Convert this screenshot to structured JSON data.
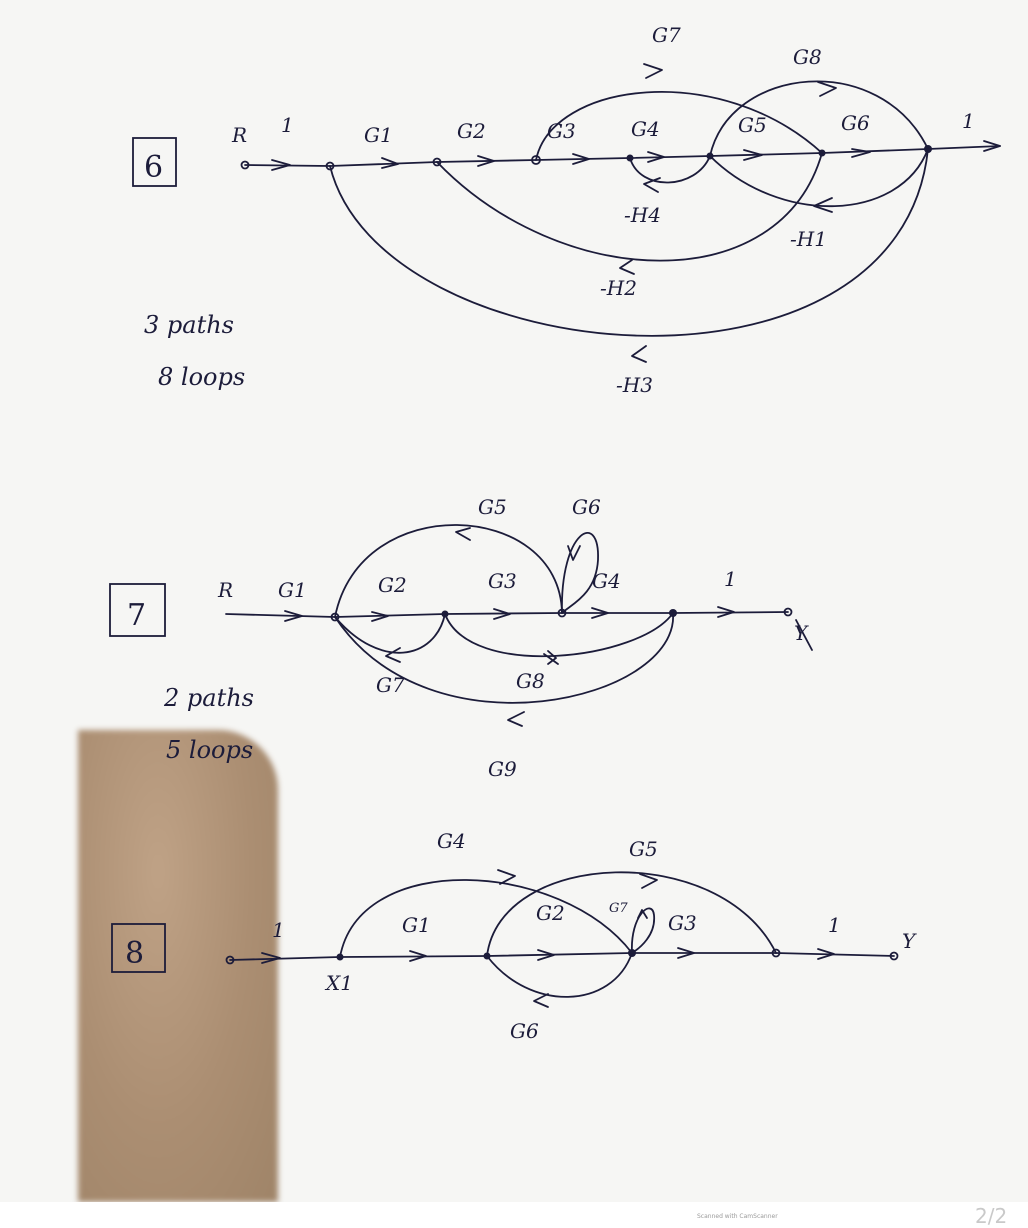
{
  "diagram6": {
    "number": "6",
    "input": "R",
    "gains": {
      "input_branch": "1",
      "g1": "G1",
      "g2": "G2",
      "g3": "G3",
      "g4": "G4",
      "g5": "G5",
      "g6": "G6",
      "g7": "G7",
      "g8": "G8",
      "output_branch": "1",
      "h4": "-H4",
      "h1": "-H1",
      "h2": "-H2",
      "h3": "-H3"
    },
    "notes": {
      "paths": "3 paths",
      "loops": "8 loops"
    }
  },
  "diagram7": {
    "number": "7",
    "input": "R",
    "output": "Y",
    "gains": {
      "g1": "G1",
      "g2": "G2",
      "g3": "G3",
      "g4": "G4",
      "g5": "G5",
      "g6": "G6",
      "g7": "G7",
      "g8": "G8",
      "g9": "G9",
      "output_branch": "1"
    },
    "notes": {
      "paths": "2 paths",
      "loops": "5 loops"
    }
  },
  "diagram8": {
    "number": "8",
    "output": "Y",
    "node_x1": "X1",
    "gains": {
      "input_branch": "1",
      "g1": "G1",
      "g2": "G2",
      "g3": "G3",
      "g4": "G4",
      "g5": "G5",
      "g6": "G6",
      "g7": "G7",
      "output_branch": "1"
    }
  },
  "page": {
    "footer": "Scanned with CamScanner",
    "page_counter": "2/2"
  },
  "colors": {
    "ink": "#1c1c3a",
    "paper": "#f6f6f4",
    "shadow": "#ab8e72"
  }
}
